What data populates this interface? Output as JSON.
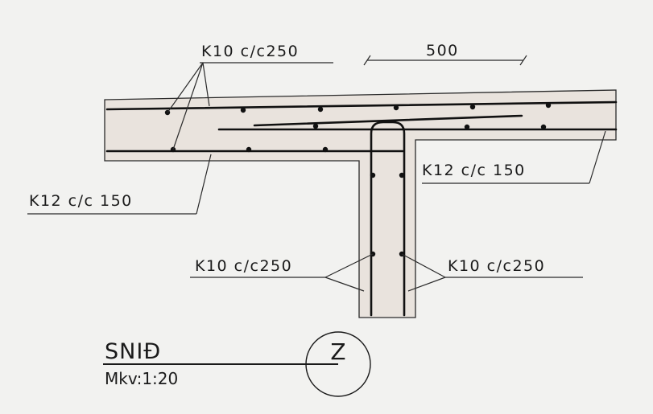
{
  "labels": {
    "top_bar": "K10 c/c250",
    "dimension": "500",
    "right_bar": "K12 c/c 150",
    "left_bar": "K12 c/c 150",
    "wall_left": "K10 c/c250",
    "wall_right": "K10 c/c250"
  },
  "section": {
    "title": "SNIĐ",
    "scale": "Mkv:1:20",
    "marker": "Z"
  },
  "colors": {
    "background": "#f2f2f0",
    "concrete": "#e9e3dd",
    "ink": "#111111"
  }
}
